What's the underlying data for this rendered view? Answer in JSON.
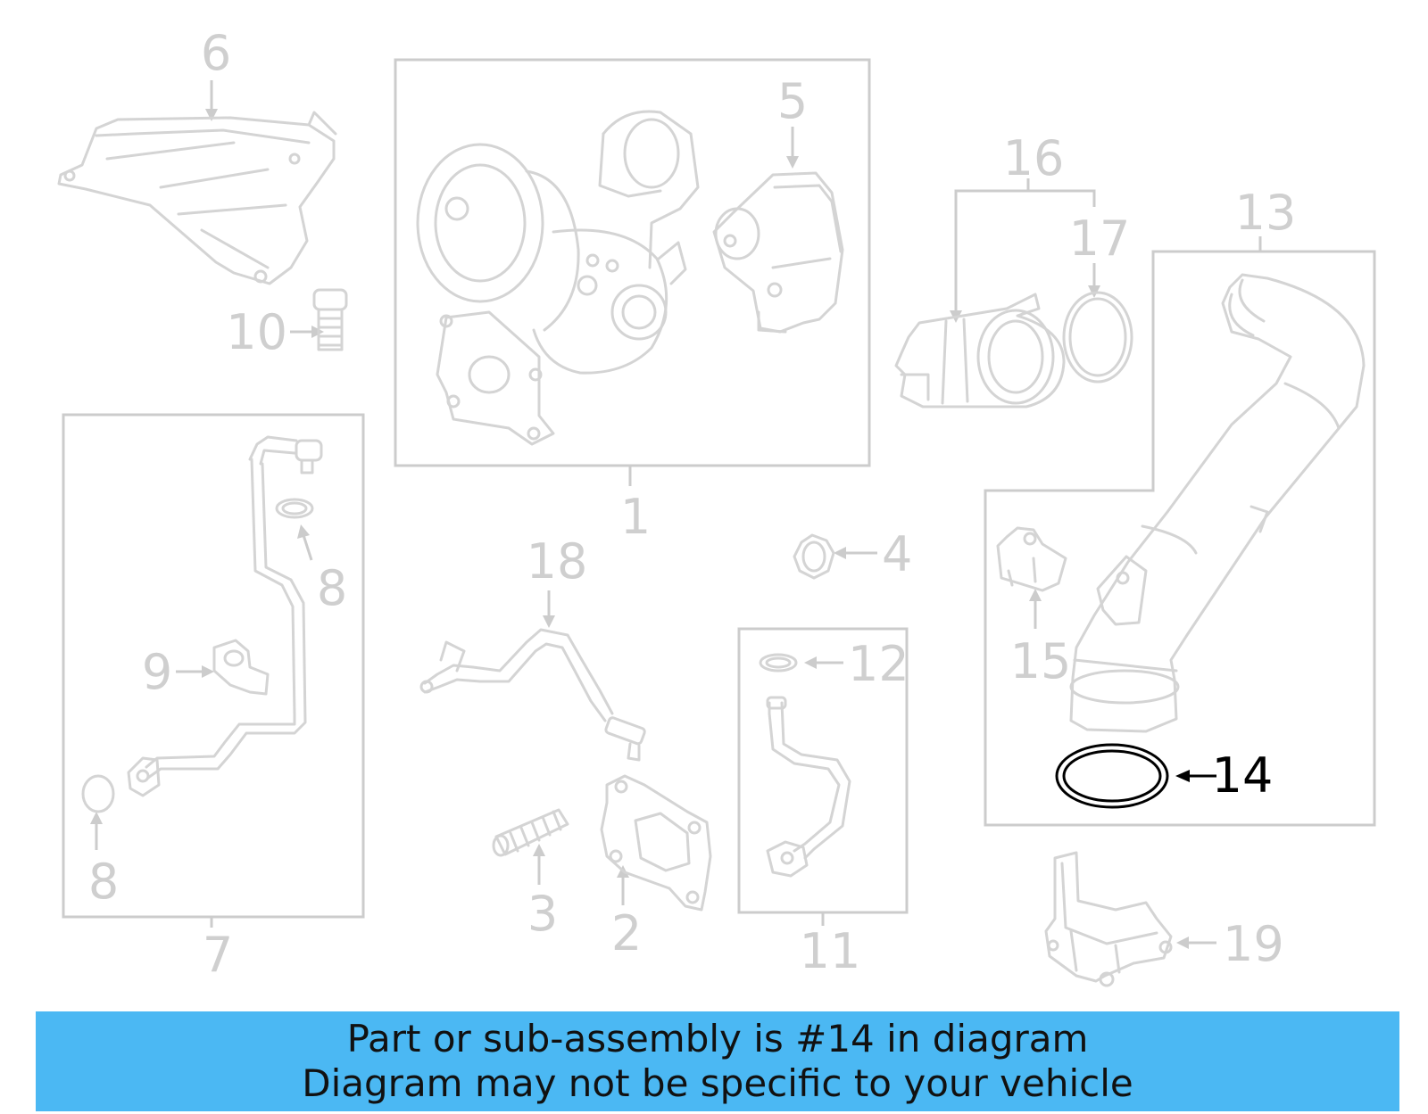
{
  "diagram": {
    "callouts": {
      "c1": "1",
      "c2": "2",
      "c3": "3",
      "c4": "4",
      "c5": "5",
      "c6": "6",
      "c7": "7",
      "c8a": "8",
      "c8b": "8",
      "c9": "9",
      "c10": "10",
      "c11": "11",
      "c12": "12",
      "c13": "13",
      "c14": "14",
      "c15": "15",
      "c16": "16",
      "c17": "17",
      "c18": "18",
      "c19": "19"
    },
    "highlighted_part": "14",
    "highlight_color": "#000000",
    "part_color": "#cccccc"
  },
  "banner": {
    "line1": "Part or sub-assembly is #14 in diagram",
    "line2": "Diagram may not be specific to your vehicle",
    "background": "#4bb8f3"
  }
}
